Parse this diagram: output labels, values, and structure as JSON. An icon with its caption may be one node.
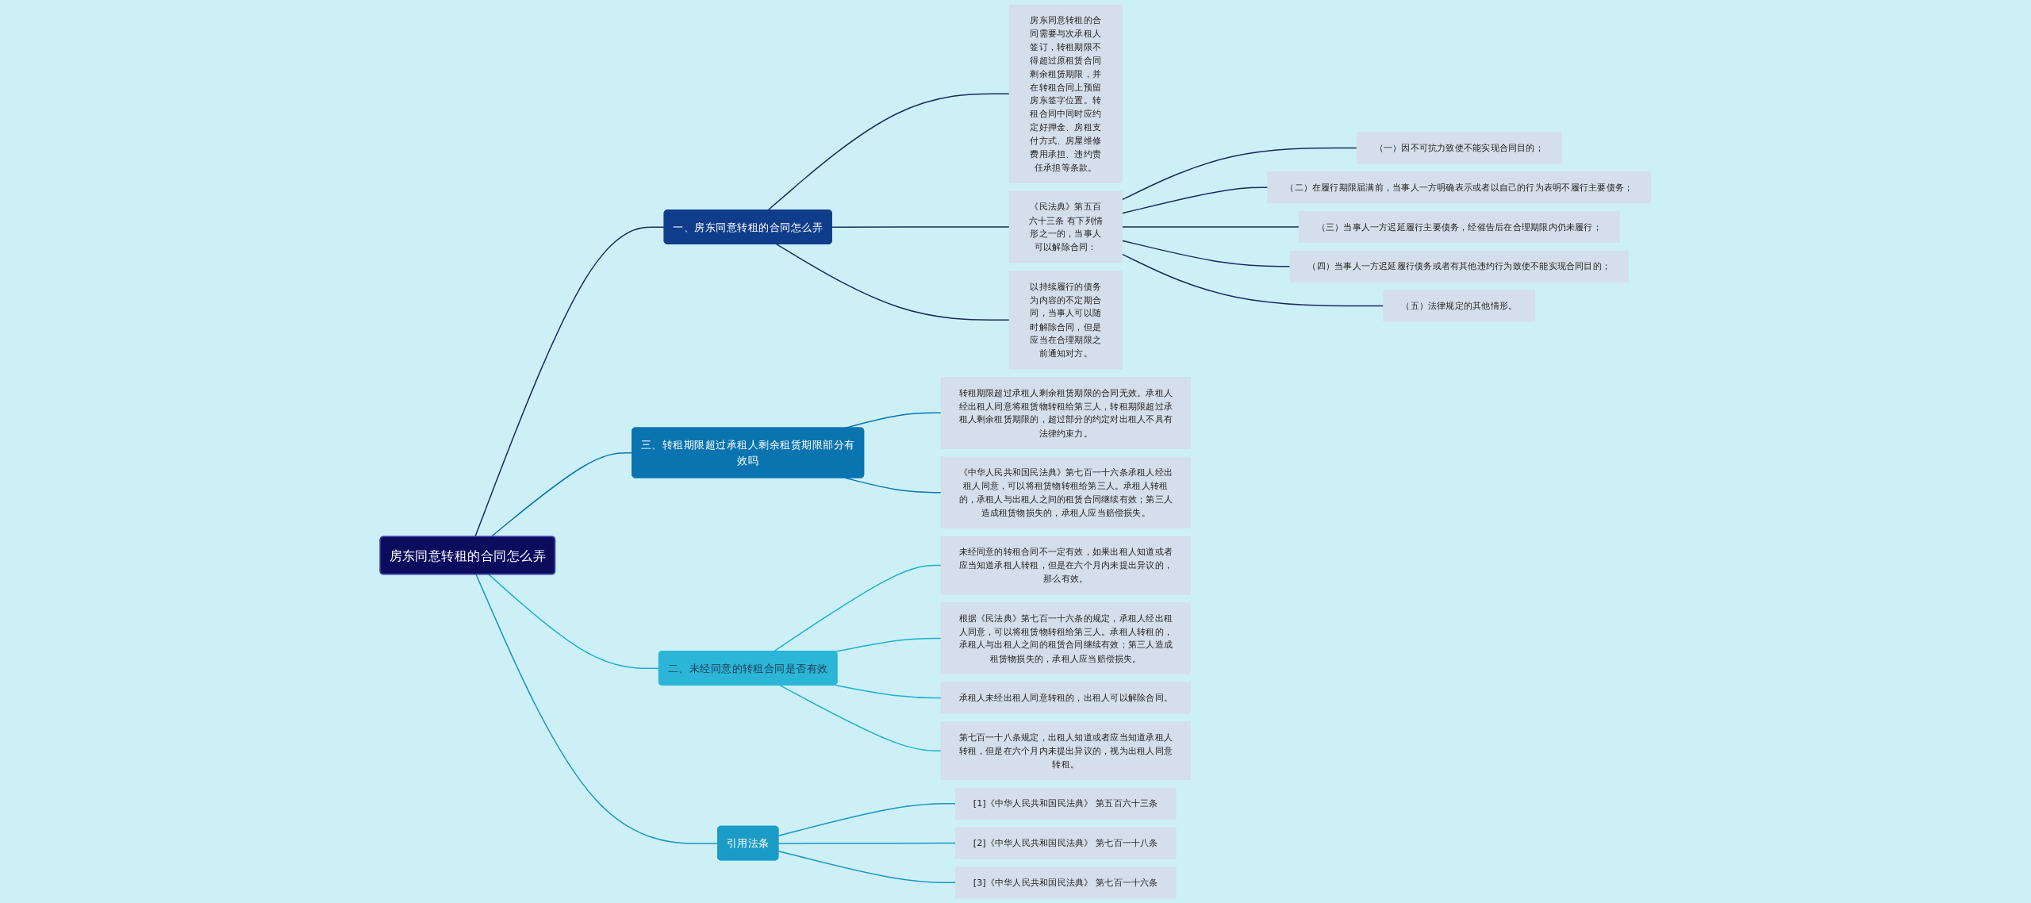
{
  "diagram": {
    "nodes": [
      {
        "text": [
          "房东同意转租的合同怎么弄"
        ]
      },
      {
        "text": [
          "一、房东同意转租的合同怎么弄"
        ]
      },
      {
        "text": [
          "房东同意转租的合同需要与次承租人签订，转租期限不得超过原租赁合同剩余租赁期限，并在转租合同上预留房东签字位置。转租合同中同时应约定好押金、房租支付方式、房屋维修费用承担、违约责任承担等条款。"
        ]
      },
      {
        "text": [
          "《民法典》第五百六十三条 有下列情形之一的，当事人可以解除合同："
        ]
      },
      {
        "text": [
          "（一）因不可抗力致使不能实现合同目的；"
        ]
      },
      {
        "text": [
          "（二）在履行期限届满前，当事人一方明确表示或者以自己的行为表明不履行主要债务；"
        ]
      },
      {
        "text": [
          "（三）当事人一方迟延履行主要债务，经催告后在合理期限内仍未履行；"
        ]
      },
      {
        "text": [
          "（四）当事人一方迟延履行债务或者有其他违约行为致使不能实现合同目的；"
        ]
      },
      {
        "text": [
          "（五）法律规定的其他情形。"
        ]
      },
      {
        "text": [
          "以持续履行的债务为内容的不定期合同，当事人可以随时解除合同，但是应当在合理期限之前通知对方。"
        ]
      },
      {
        "text": [
          "三、转租期限超过承租人剩余租赁期限部分有效吗"
        ]
      },
      {
        "text": [
          "转租期限超过承租人剩余租赁期限的合同无效。承租人经出租人同意将租赁物转租给第三人，转租期限超过承租人剩余租赁期限的，超过部分的约定对出租人不具有法律约束力。"
        ]
      },
      {
        "text": [
          "《中华人民共和国民法典》第七百一十六条承租人经出租人同意，可以将租赁物转租给第三人。承租人转租的，承租人与出租人之间的租赁合同继续有效；第三人造成租赁物损失的，承租人应当赔偿损失。"
        ]
      },
      {
        "text": [
          "二、未经同意的转租合同是否有效"
        ]
      },
      {
        "text": [
          "未经同意的转租合同不一定有效，如果出租人知道或者应当知道承租人转租，但是在六个月内未提出异议的，那么有效。"
        ]
      },
      {
        "text": [
          "根据《民法典》第七百一十六条的规定，承租人经出租人同意，可以将租赁物转租给第三人。承租人转租的，承租人与出租人之间的租赁合同继续有效；第三人造成租赁物损失的，承租人应当赔偿损失。"
        ]
      },
      {
        "text": [
          "承租人未经出租人同意转租的，出租人可以解除合同。"
        ]
      },
      {
        "text": [
          "第七百一十八条规定，出租人知道或者应当知道承租人转租，但是在六个月内未提出异议的，视为出租人同意转租。"
        ]
      },
      {
        "text": [
          "引用法条"
        ]
      },
      {
        "text": [
          "[1]《中华人民共和国民法典》 第五百六十三条"
        ]
      },
      {
        "text": [
          "[2]《中华人民共和国民法典》 第七百一十八条"
        ]
      },
      {
        "text": [
          "[3]《中华人民共和国民法典》 第七百一十六条"
        ]
      }
    ],
    "edges": [
      {
        "from": 0,
        "to": 1,
        "arrow": "none"
      },
      {
        "from": 1,
        "to": 2,
        "arrow": "none"
      },
      {
        "from": 1,
        "to": 3,
        "arrow": "none"
      },
      {
        "from": 3,
        "to": 4,
        "arrow": "none"
      },
      {
        "from": 3,
        "to": 5,
        "arrow": "none"
      },
      {
        "from": 3,
        "to": 6,
        "arrow": "none"
      },
      {
        "from": 3,
        "to": 7,
        "arrow": "none"
      },
      {
        "from": 3,
        "to": 8,
        "arrow": "none"
      },
      {
        "from": 1,
        "to": 9,
        "arrow": "none"
      },
      {
        "from": 0,
        "to": 10,
        "arrow": "none",
        "color": "#0a74b0"
      },
      {
        "from": 10,
        "to": 11,
        "arrow": "none",
        "color": "#0a74b0"
      },
      {
        "from": 10,
        "to": 12,
        "arrow": "none",
        "color": "#0a74b0"
      },
      {
        "from": 0,
        "to": 13,
        "arrow": "none",
        "color": "#1fb0cf"
      },
      {
        "from": 13,
        "to": 14,
        "arrow": "none",
        "color": "#1fb0cf"
      },
      {
        "from": 13,
        "to": 15,
        "arrow": "none",
        "color": "#1fb0cf"
      },
      {
        "from": 13,
        "to": 16,
        "arrow": "none",
        "color": "#1fb0cf"
      },
      {
        "from": 13,
        "to": 17,
        "arrow": "none",
        "color": "#1fb0cf"
      },
      {
        "from": 0,
        "to": 18,
        "arrow": "none",
        "color": "#1896bf"
      },
      {
        "from": 18,
        "to": 19,
        "arrow": "none",
        "color": "#1896bf"
      },
      {
        "from": 18,
        "to": 20,
        "arrow": "none",
        "color": "#1896bf"
      },
      {
        "from": 18,
        "to": 21,
        "arrow": "none",
        "color": "#1896bf"
      }
    ]
  }
}
